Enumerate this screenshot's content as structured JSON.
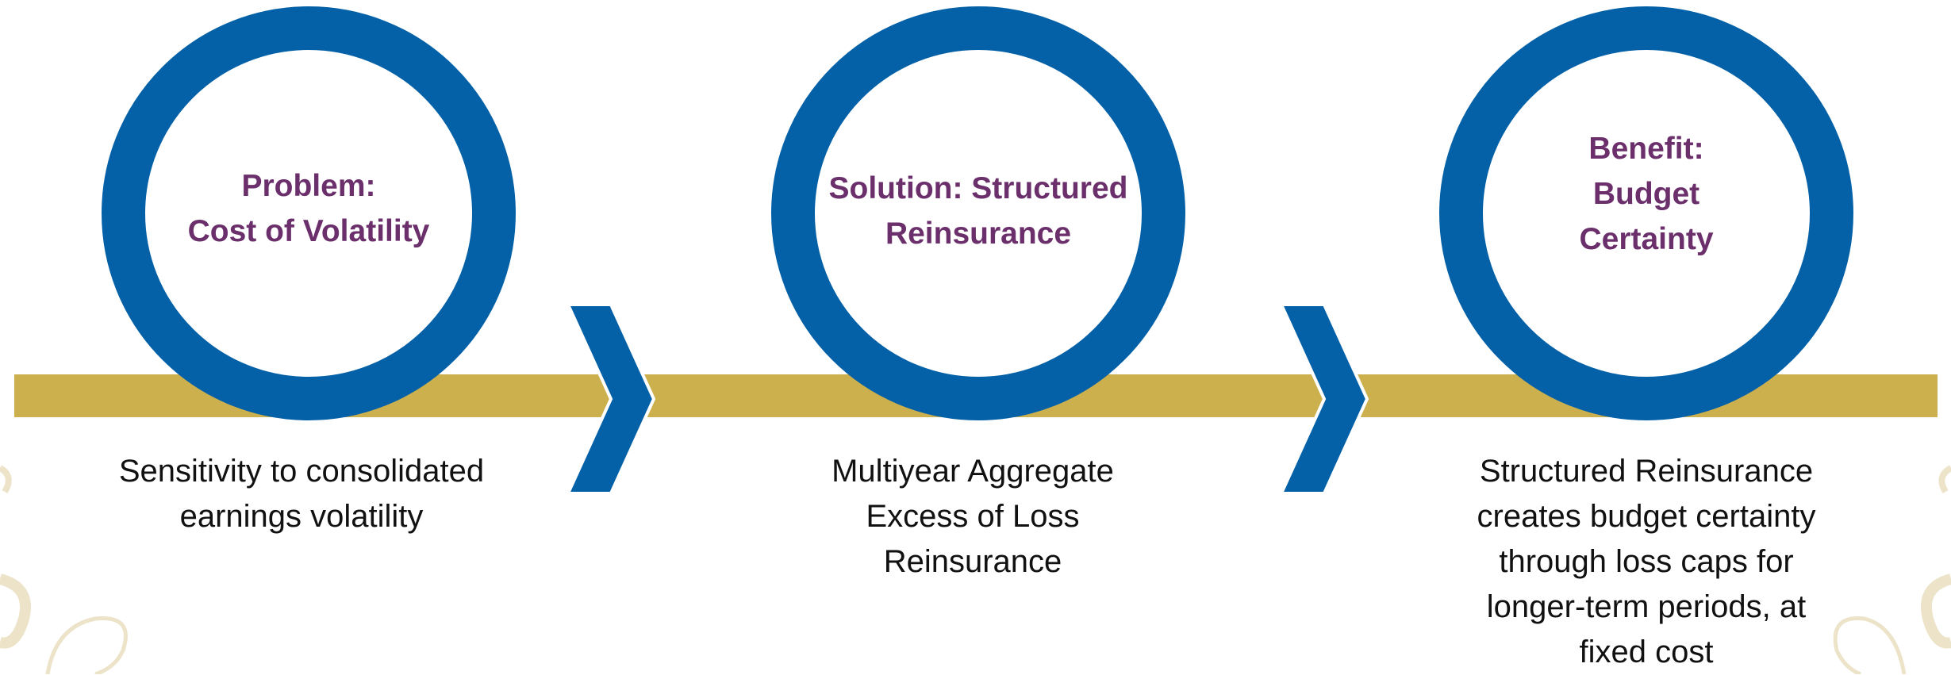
{
  "colors": {
    "ring": "#0461a7",
    "band": "#cdb04e",
    "title_text": "#6b2f6b",
    "body_text": "#111111",
    "ornament": "#ece3c9"
  },
  "steps": [
    {
      "title": "Problem:\nCost of Volatility",
      "description": "Sensitivity to consolidated\nearnings volatility"
    },
    {
      "title": "Solution: Structured\nReinsurance",
      "description": "Multiyear Aggregate\nExcess of Loss\nReinsurance"
    },
    {
      "title": "Benefit:\nBudget\nCertainty",
      "description": "Structured Reinsurance\ncreates budget certainty\nthrough loss caps for\nlonger-term periods, at\nfixed cost"
    }
  ],
  "connectors": [
    "chevron-right-icon",
    "chevron-right-icon"
  ],
  "decorations": [
    "swirl-ornament-left",
    "swirl-ornament-right"
  ]
}
